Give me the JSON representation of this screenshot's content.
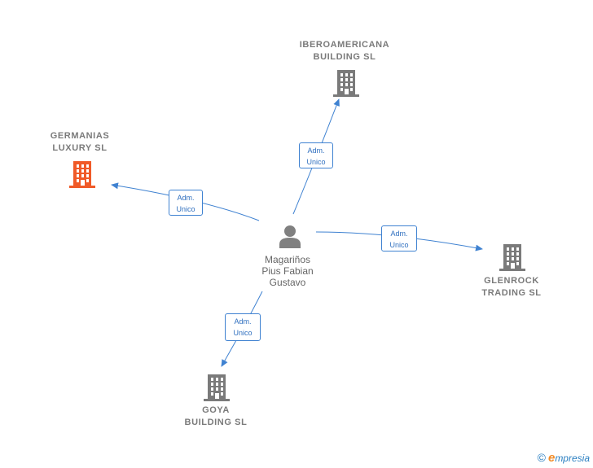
{
  "person": {
    "name_line1": "Magariños",
    "name_line2": "Pius Fabian",
    "name_line3": "Gustavo"
  },
  "companies": [
    {
      "id": "iberoamericana",
      "line1": "IBEROAMERICANA",
      "line2": "BUILDING  SL",
      "color": "#7a7a7a"
    },
    {
      "id": "germanias",
      "line1": "GERMANIAS",
      "line2": "LUXURY  SL",
      "color": "#f05a28"
    },
    {
      "id": "glenrock",
      "line1": "GLENROCK",
      "line2": "TRADING  SL",
      "color": "#7a7a7a"
    },
    {
      "id": "goya",
      "line1": "GOYA",
      "line2": "BUILDING  SL",
      "color": "#7a7a7a"
    }
  ],
  "edges": [
    {
      "to": "iberoamericana",
      "line1": "Adm.",
      "line2": "Unico"
    },
    {
      "to": "germanias",
      "line1": "Adm.",
      "line2": "Unico"
    },
    {
      "to": "glenrock",
      "line1": "Adm.",
      "line2": "Unico"
    },
    {
      "to": "goya",
      "line1": "Adm.",
      "line2": "Unico"
    }
  ],
  "colors": {
    "edge": "#3f82d1",
    "node": "#7a7a7a",
    "highlight": "#f05a28",
    "person": "#808080"
  },
  "footer": {
    "copyright_symbol": "©",
    "brand_initial": "e",
    "brand_rest": "mpresia"
  }
}
